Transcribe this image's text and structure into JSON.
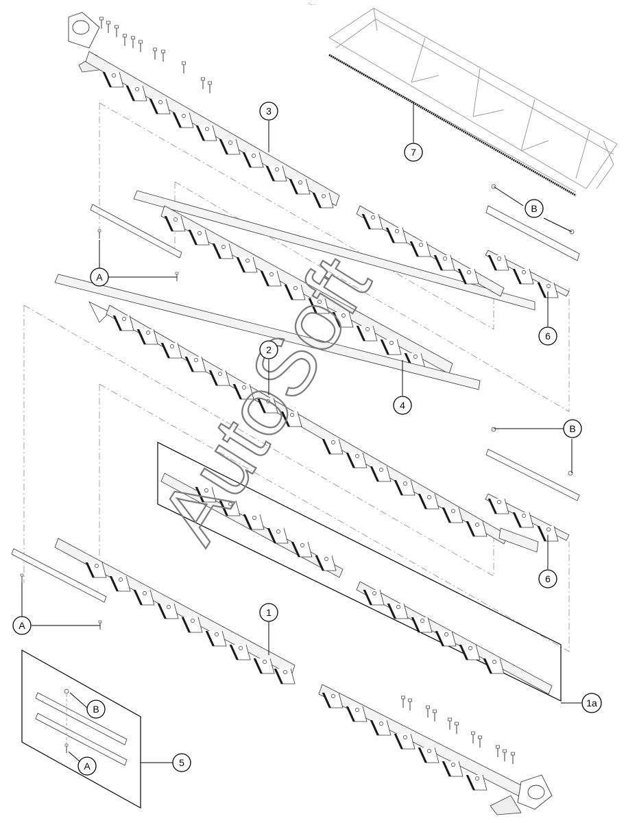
{
  "header": {
    "small_mark": "°– ···"
  },
  "watermark": "AutoSoft",
  "callouts": {
    "c1": "1",
    "c1a": "1a",
    "c2": "2",
    "c3": "3",
    "c4": "4",
    "c5": "5",
    "c6_upper": "6",
    "c6_lower": "6",
    "c7": "7",
    "a_upper": "A",
    "a_lower": "A",
    "a_kit": "A",
    "b_upper": "B",
    "b_lower": "B",
    "b_kit": "B"
  },
  "colors": {
    "ink": "#000000",
    "line": "#6b6b6b",
    "frame": "#9a9a9a",
    "knife_dark": "#1a1a1a",
    "plate": "#f4f4f4"
  }
}
